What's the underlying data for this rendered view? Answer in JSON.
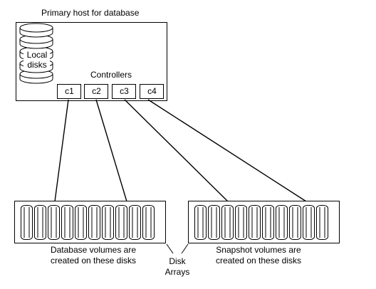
{
  "host": {
    "title": "Primary host for database",
    "local_disks_label_line1": "Local",
    "local_disks_label_line2": "disks",
    "controllers_label": "Controllers",
    "controllers": [
      "c1",
      "c2",
      "c3",
      "c4"
    ]
  },
  "arrays": {
    "left_caption_line1": "Database volumes are",
    "left_caption_line2": "created on these disks",
    "right_caption_line1": "Snapshot volumes are",
    "right_caption_line2": "created on these disks",
    "center_label_line1": "Disk",
    "center_label_line2": "Arrays"
  }
}
